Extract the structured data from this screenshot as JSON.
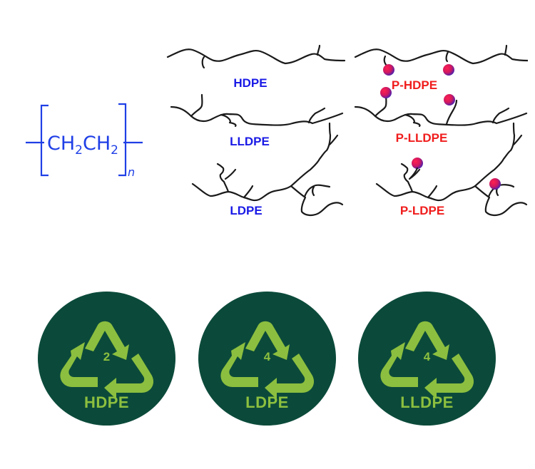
{
  "formula": {
    "main": "CH",
    "sub1": "2",
    "mid": "CH",
    "sub2": "2",
    "repeat_subscript": "n",
    "color": "#1f3fe6"
  },
  "chains": {
    "unmodified": [
      {
        "label": "HDPE"
      },
      {
        "label": "LLDPE"
      },
      {
        "label": "LDPE"
      }
    ],
    "modified": [
      {
        "label": "P-HDPE"
      },
      {
        "label": "P-LLDPE"
      },
      {
        "label": "P-LDPE"
      }
    ],
    "colors": {
      "unmodified_label": "#1a1ae6",
      "modified_label": "#f01d1d",
      "chain_line": "#1a1a1a",
      "functional_group_gradient": [
        "#ff1a4a",
        "#5a1fb0"
      ]
    }
  },
  "recycling_badges": [
    {
      "code": "2",
      "label": "HDPE",
      "icon": "recycle-icon"
    },
    {
      "code": "4",
      "label": "LDPE",
      "icon": "recycle-icon"
    },
    {
      "code": "4",
      "label": "LLDPE",
      "icon": "recycle-icon"
    }
  ],
  "badge_colors": {
    "background": "#0b4a3a",
    "foreground": "#8cbf3f"
  }
}
